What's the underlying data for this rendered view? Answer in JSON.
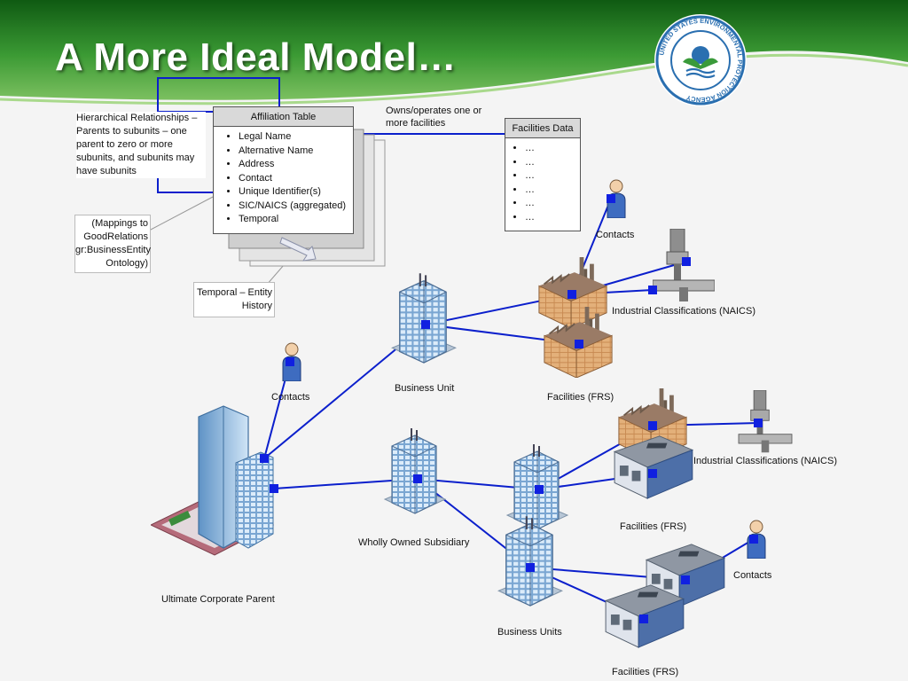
{
  "slide": {
    "title": "A More Ideal Model…",
    "seal_text": "UNITED STATES ENVIRONMENTAL PROTECTION AGENCY"
  },
  "affiliation_table": {
    "title": "Affiliation Table",
    "items": [
      "Legal Name",
      "Alternative Name",
      "Address",
      "Contact",
      "Unique Identifier(s)",
      "SIC/NAICS (aggregated)",
      "Temporal"
    ]
  },
  "facilities_data": {
    "title": "Facilities Data",
    "items": [
      "…",
      "…",
      "…",
      "…",
      "…",
      "…"
    ]
  },
  "notes": {
    "hierarchical": "Hierarchical Relationships – Parents to subunits – one parent to zero or more subunits, and subunits may have subunits",
    "mappings": "(Mappings to GoodRelations gr:BusinessEntity Ontology)",
    "temporal": "Temporal – Entity History",
    "owns": "Owns/operates one or more facilities"
  },
  "labels": {
    "contacts_top": "Contacts",
    "naics_top": "Industrial Classifications (NAICS)",
    "contacts_left": "Contacts",
    "business_unit": "Business Unit",
    "facilities_top": "Facilities (FRS)",
    "naics_mid": "Industrial Classifications (NAICS)",
    "facilities_mid": "Facilities (FRS)",
    "wholly_owned": "Wholly Owned Subsidiary",
    "contacts_bottom": "Contacts",
    "ultimate_parent": "Ultimate Corporate Parent",
    "business_units": "Business Units",
    "facilities_bottom": "Facilities (FRS)"
  },
  "colors": {
    "header_green": "#2e8a2e",
    "connector_blue": "#0b1fcc",
    "node_blue": "#1020e0"
  }
}
